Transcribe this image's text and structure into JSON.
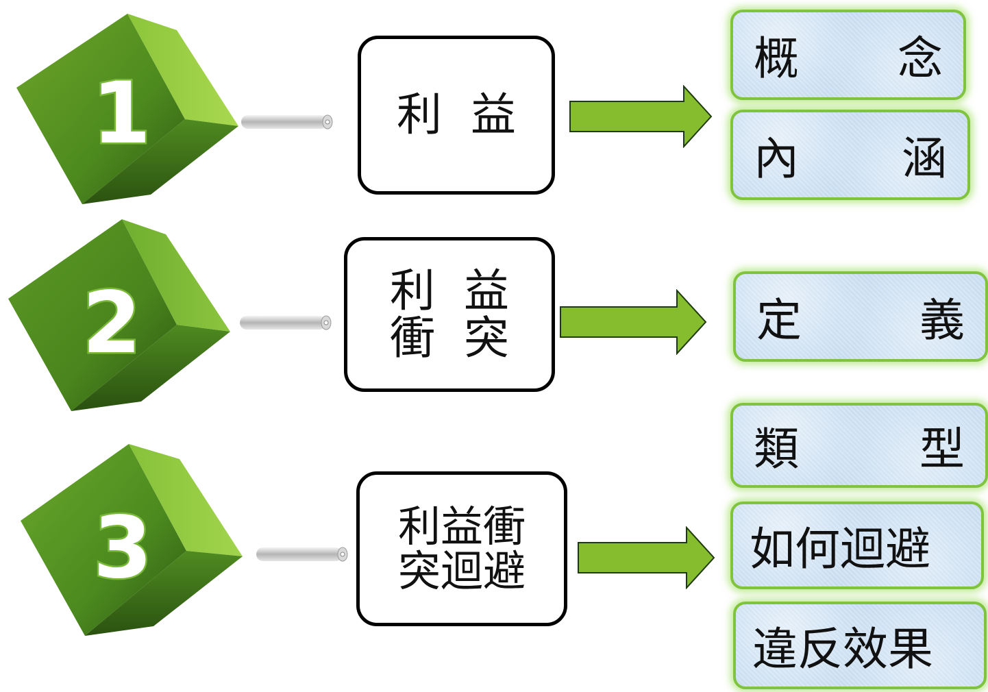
{
  "steps": [
    {
      "number": "1",
      "topic_lines": [
        "利  益"
      ],
      "items": [
        {
          "chars": [
            "概",
            "念"
          ]
        },
        {
          "chars": [
            "內",
            "涵"
          ]
        }
      ]
    },
    {
      "number": "2",
      "topic_lines": [
        "利  益",
        "衝  突"
      ],
      "items": [
        {
          "chars": [
            "定",
            "義"
          ]
        }
      ]
    },
    {
      "number": "3",
      "topic_lines": [
        "利益衝",
        "突迴避"
      ],
      "items": [
        {
          "chars": [
            "類",
            "型"
          ]
        },
        {
          "text": "如何迴避"
        },
        {
          "text": "違反效果"
        }
      ]
    }
  ],
  "colors": {
    "cube_light": "#9bd03f",
    "cube_dark": "#3f6f1a",
    "arrow_fill": "#86bd2f",
    "item_border": "#7fc33e",
    "item_fill": "#c9def1",
    "topic_border": "#000000"
  }
}
